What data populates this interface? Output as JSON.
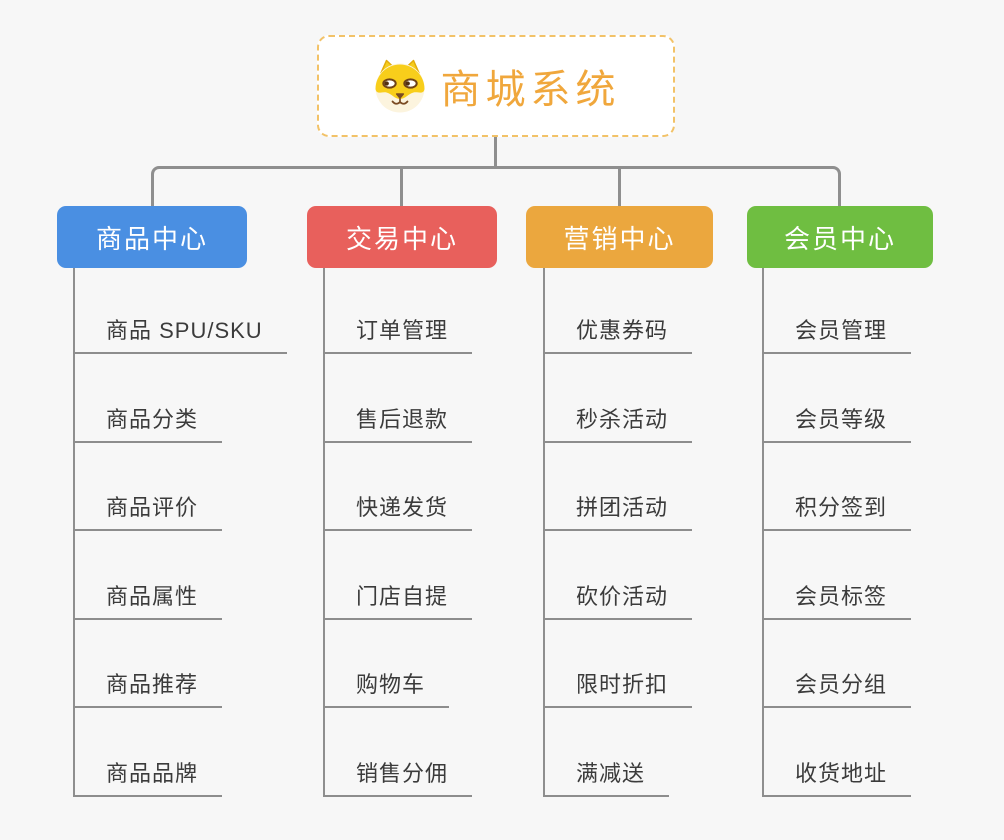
{
  "root": {
    "title": "商城系统",
    "icon": "shiba-dog-icon"
  },
  "branches": [
    {
      "label": "商品中心",
      "color": "#4A8FE2",
      "items": [
        "商品 SPU/SKU",
        "商品分类",
        "商品评价",
        "商品属性",
        "商品推荐",
        "商品品牌"
      ]
    },
    {
      "label": "交易中心",
      "color": "#E8605C",
      "items": [
        "订单管理",
        "售后退款",
        "快递发货",
        "门店自提",
        "购物车",
        "销售分佣"
      ]
    },
    {
      "label": "营销中心",
      "color": "#EBA73E",
      "items": [
        "优惠券码",
        "秒杀活动",
        "拼团活动",
        "砍价活动",
        "限时折扣",
        "满减送"
      ]
    },
    {
      "label": "会员中心",
      "color": "#6FBE41",
      "items": [
        "会员管理",
        "会员等级",
        "积分签到",
        "会员标签",
        "会员分组",
        "收货地址"
      ]
    }
  ],
  "colors": {
    "background": "#f7f7f7",
    "connector": "#8f8f8f",
    "underline": "#8d8d8d",
    "leaf_text": "#3b3b3b",
    "node_text": "#ffffff",
    "root_text": "#F0A73C",
    "root_border": "#F2C268",
    "root_bg": "#ffffff"
  }
}
